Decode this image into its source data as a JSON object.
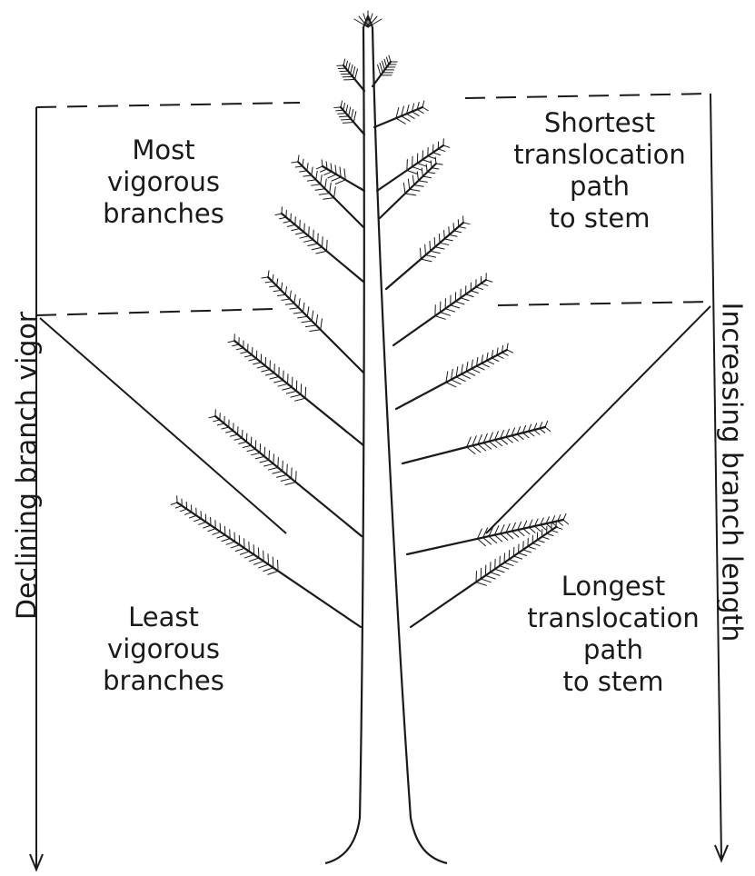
{
  "labels": {
    "most_vigorous": [
      "Most",
      "vigorous",
      "branches"
    ],
    "shortest_path": [
      "Shortest",
      "translocation",
      "path",
      "to stem"
    ],
    "least_vigorous": [
      "Least",
      "vigorous",
      "branches"
    ],
    "longest_path": [
      "Longest",
      "translocation",
      "path",
      "to stem"
    ],
    "left_axis": "Declining branch vigor",
    "right_axis": "Increasing branch length"
  },
  "colors": {
    "ink": "#1a1a1a"
  }
}
